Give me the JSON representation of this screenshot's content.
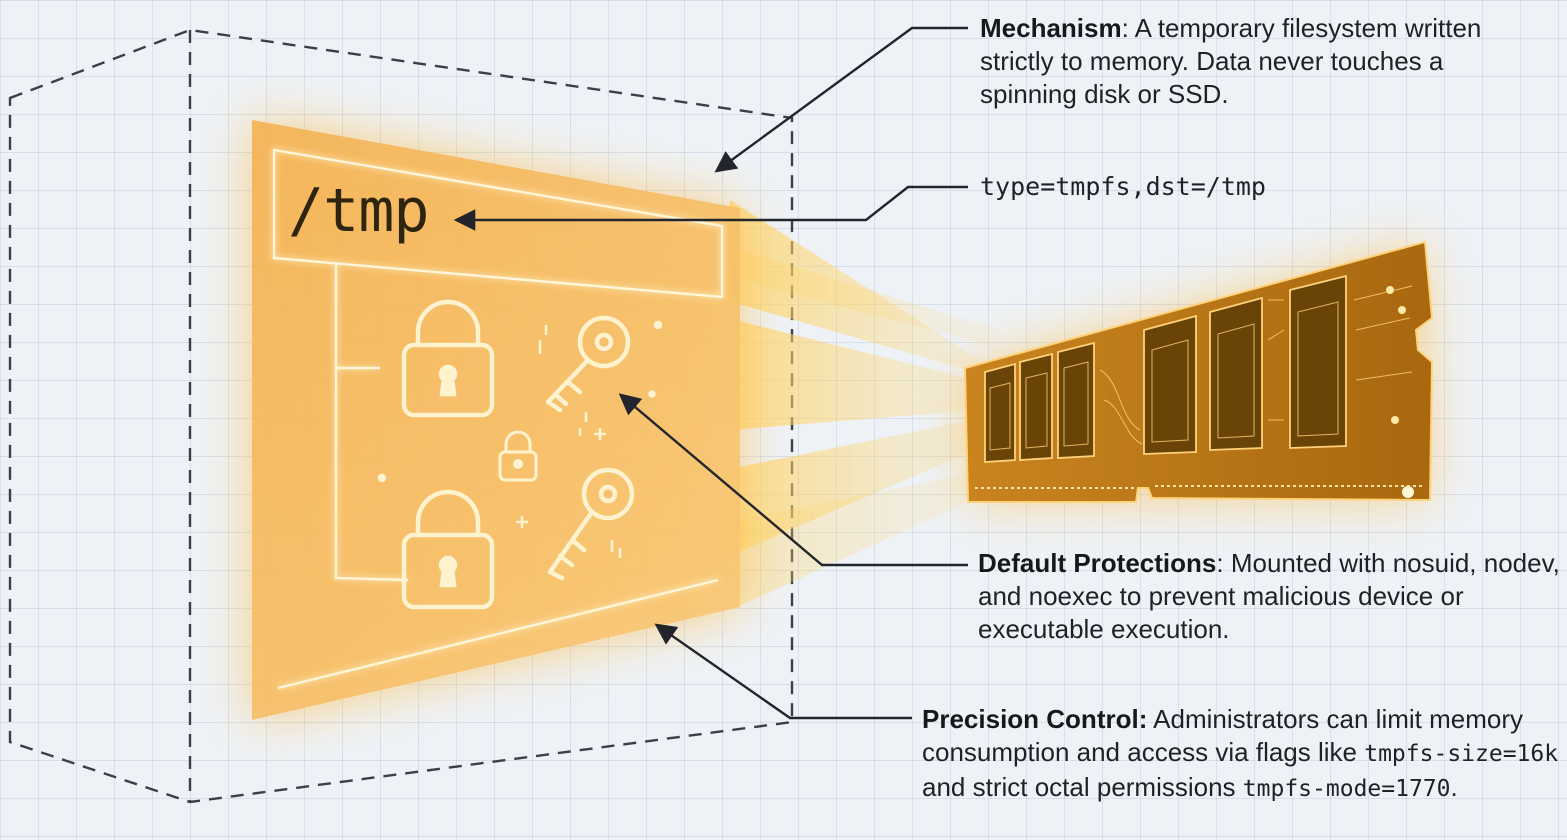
{
  "panel": {
    "path_label": "/tmp"
  },
  "callouts": {
    "mechanism": {
      "title": "Mechanism",
      "text": ": A temporary filesystem written strictly to memory. Data never touches a spinning disk or SSD."
    },
    "type_arg": {
      "text": "type=tmpfs,dst=/tmp"
    },
    "protections": {
      "title": "Default Protections",
      "text": ": Mounted with nosuid, nodev, and noexec to prevent malicious device or executable execution."
    },
    "precision": {
      "title": "Precision Control:",
      "text_1": " Administrators can limit memory consumption and access via flags like ",
      "code_1": "tmpfs-size=16k",
      "text_2": " and strict octal permissions ",
      "code_2": "tmpfs-mode=1770",
      "text_3": "."
    }
  },
  "colors": {
    "glow": "#ffb52e",
    "panel": "#f7b760",
    "stroke": "#fff1c4",
    "pcb": "#c27a17",
    "chip": "#6a4306",
    "line": "#22252b"
  },
  "icons": [
    "lock-icon",
    "key-icon",
    "ram-module-icon",
    "arrow-icon"
  ]
}
